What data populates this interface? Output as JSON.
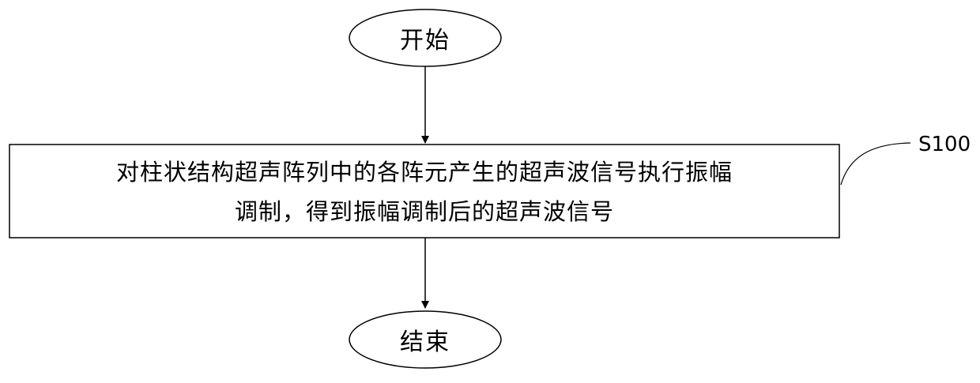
{
  "flowchart": {
    "start_label": "开始",
    "end_label": "结束",
    "process": {
      "line1": "对柱状结构超声阵列中的各阵元产生的超声波信号执行振幅",
      "line2": "调制，得到振幅调制后的超声波信号"
    },
    "step_label": "S100"
  }
}
